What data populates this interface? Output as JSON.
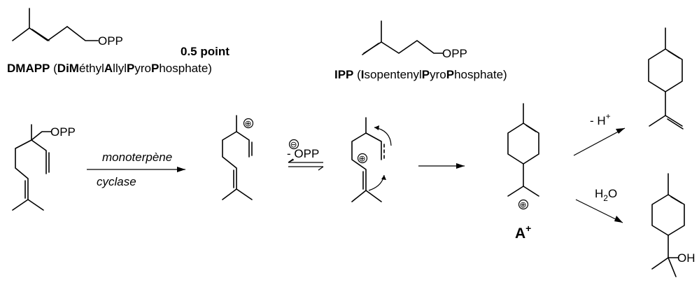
{
  "molecules": {
    "dmapp": {
      "group": "OPP",
      "caption_parts": [
        {
          "t": "DMAPP",
          "b": true
        },
        {
          "t": " (",
          "b": false
        },
        {
          "t": "Di",
          "b": true
        },
        {
          "t": "M",
          "b": true
        },
        {
          "t": "éthyl",
          "b": false
        },
        {
          "t": "A",
          "b": true
        },
        {
          "t": "llyl",
          "b": false
        },
        {
          "t": "P",
          "b": true
        },
        {
          "t": "yro",
          "b": false
        },
        {
          "t": "P",
          "b": true
        },
        {
          "t": "hosphate)",
          "b": false
        }
      ]
    },
    "points_note": "0.5 point",
    "ipp": {
      "group": "OPP",
      "caption_parts": [
        {
          "t": "IPP",
          "b": true
        },
        {
          "t": " (",
          "b": false
        },
        {
          "t": "I",
          "b": true
        },
        {
          "t": "sopentenyl",
          "b": false
        },
        {
          "t": "P",
          "b": true
        },
        {
          "t": "yro",
          "b": false
        },
        {
          "t": "P",
          "b": true
        },
        {
          "t": "hosphate)",
          "b": false
        }
      ]
    },
    "linalyl_pp": {
      "group": "OPP"
    },
    "allylic_cation": {
      "charge": "⊕"
    },
    "ion_pair": {
      "charge": "⊕"
    },
    "terpinyl_cation": {
      "charge": "⊕",
      "label": "A",
      "label_sup": "+"
    },
    "terpineol": {
      "group": "OH"
    }
  },
  "arrows": {
    "enzyme": {
      "top": "monoterpène",
      "bottom": "cyclase"
    },
    "ionization": {
      "anion_charge": "⊖",
      "top": "- OPP"
    },
    "elimination": {
      "label": "- H",
      "sup": "+"
    },
    "hydration": {
      "label": "H",
      "sub": "2",
      "tail": "O"
    }
  }
}
